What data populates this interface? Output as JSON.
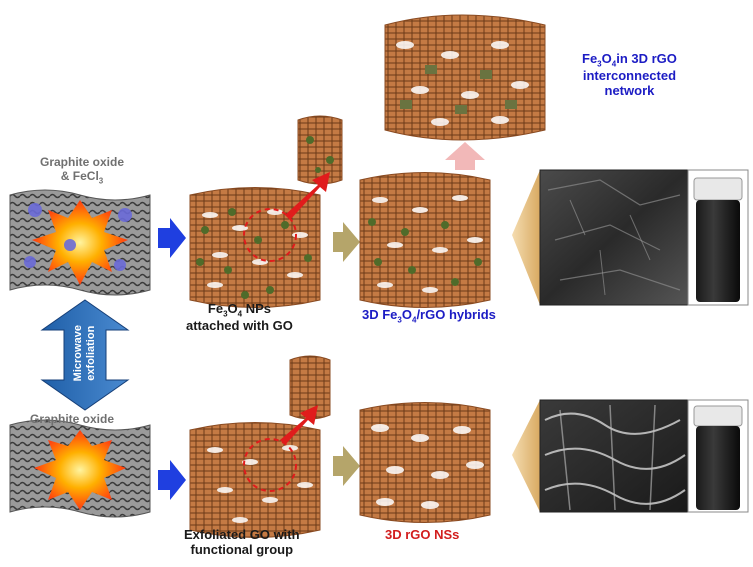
{
  "labels": {
    "graphite_fecl3_line1": "Graphite oxide",
    "graphite_fecl3_line2_a": "& FeCl",
    "graphite_fecl3_line2_sub": "3",
    "graphite_oxide": "Graphite oxide",
    "fe3o4_nps_a": "Fe",
    "fe3o4_nps_sub1": "3",
    "fe3o4_nps_b": "O",
    "fe3o4_nps_sub2": "4",
    "fe3o4_nps_c": " NPs",
    "fe3o4_nps_line2": "attached with GO",
    "hybrid_a": "3D Fe",
    "hybrid_sub1": "3",
    "hybrid_b": "O",
    "hybrid_sub2": "4",
    "hybrid_c": "/rGO hybrids",
    "network_a": "Fe",
    "network_sub1": "3",
    "network_b": "O",
    "network_sub2": "4",
    "network_c": "in 3D rGO",
    "network_line2": "interconnected",
    "network_line3": "network",
    "exfoliated_line1": "Exfoliated GO with",
    "exfoliated_line2": "functional  group",
    "rgo_nss": "3D rGO NSs",
    "microwave_line1": "Microwave",
    "microwave_line2": "exfoliation"
  },
  "colors": {
    "blue_text": "#1c1cc4",
    "red_text": "#d21e1e",
    "arrow_blue": "#1f3fe0",
    "arrow_olive": "#b5a56a",
    "arrow_red": "#e01c1c",
    "arrow_pink": "#f2b8b8",
    "double_arrow": "#2e75b6",
    "sheet_brown": "#b7703c",
    "nanoparticle_green": "#4f6b2a"
  },
  "icons": {
    "process_arrows": "arrow-right-icon",
    "double_arrow": "double-arrow-vertical-icon",
    "explosion": "starburst-icon"
  }
}
